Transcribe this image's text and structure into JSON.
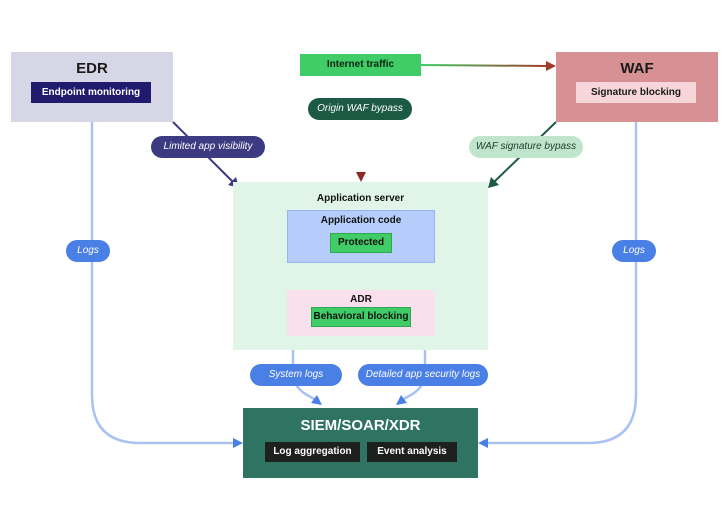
{
  "nodes": {
    "edr": {
      "title": "EDR",
      "inner": "Endpoint monitoring"
    },
    "waf": {
      "title": "WAF",
      "inner": "Signature blocking"
    },
    "internet": {
      "label": "Internet traffic"
    },
    "app_server": {
      "title": "Application server"
    },
    "app_code": {
      "title": "Application code",
      "inner": "Protected"
    },
    "adr": {
      "title": "ADR",
      "inner": "Behavioral blocking"
    },
    "siem": {
      "title": "SIEM/SOAR/XDR",
      "inner1": "Log aggregation",
      "inner2": "Event analysis"
    }
  },
  "edge_labels": {
    "origin_waf_bypass": "Origin WAF bypass",
    "limited_app_visibility": "Limited app visibility",
    "waf_signature_bypass": "WAF signature bypass",
    "logs_left": "Logs",
    "logs_right": "Logs",
    "system_logs": "System logs",
    "detailed_app_security_logs": "Detailed app security logs"
  },
  "colors": {
    "edr_fill": "#d6d6e6",
    "waf_fill": "#d79094",
    "internet_fill": "#40cc66",
    "app_server_fill": "#e0f5e8",
    "app_code_fill": "#b6cdfb",
    "adr_fill": "#f9e0ec",
    "siem_fill": "#2f7462",
    "log_arrow": "#a9c2f2",
    "log_arrow_head": "#4a7fe6",
    "bypass_arrow": "#8a2a22",
    "edr_arrow": "#3c3a80",
    "waf_arrow": "#1c5a44"
  }
}
